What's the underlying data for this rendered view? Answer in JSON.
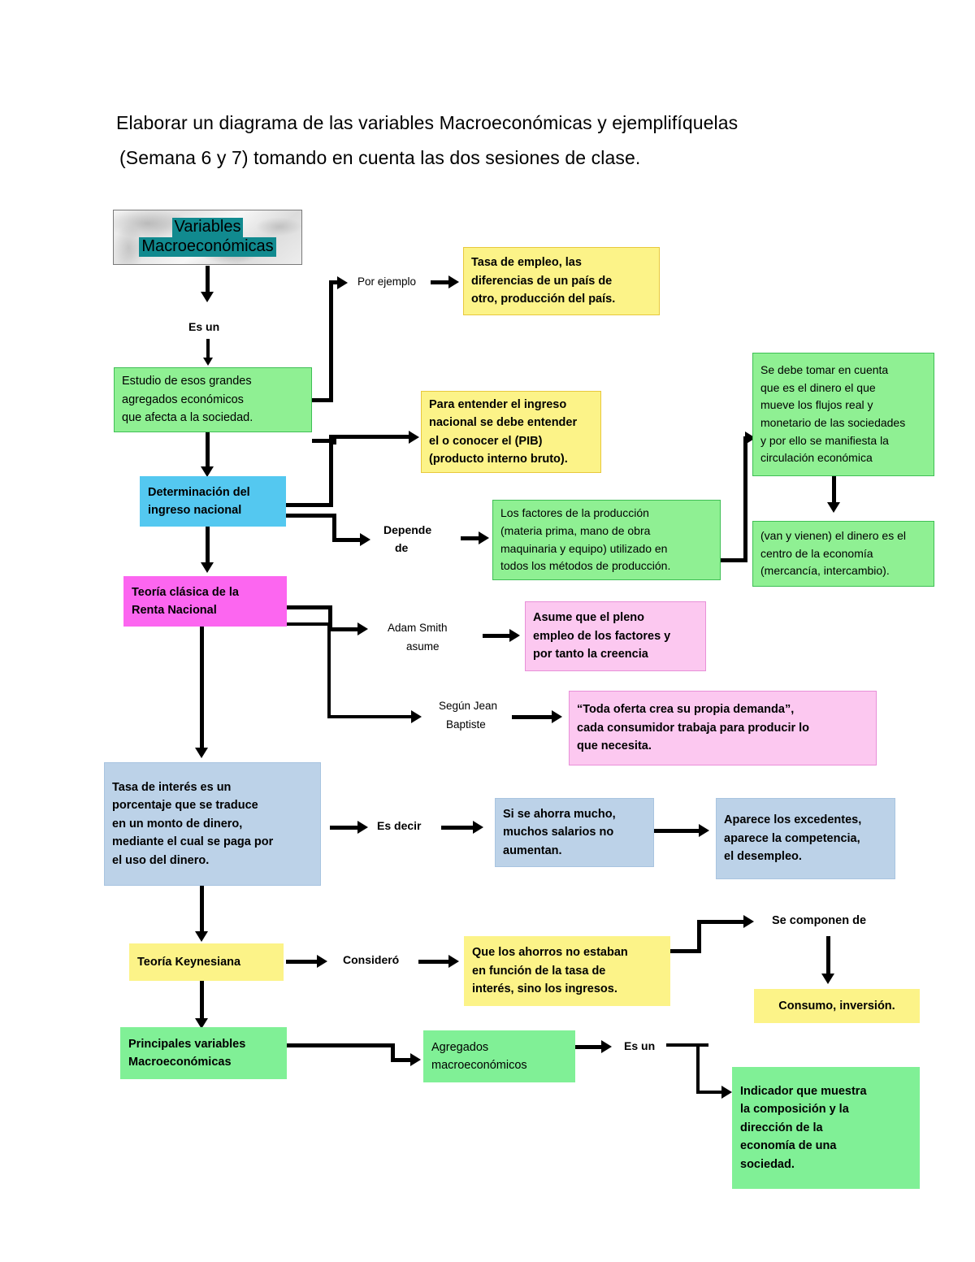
{
  "heading": {
    "line1": "Elaborar un diagrama de las variables Macroeconómicas y ejemplifíquelas",
    "line2": "(Semana 6 y 7) tomando en cuenta las dos sesiones de clase."
  },
  "title_box": {
    "line1": "Variables",
    "line2": "Macroeconómicas",
    "highlight_color": "#118a8f"
  },
  "labels": {
    "por_ejemplo": "Por ejemplo",
    "es_un_1": "Es un",
    "depende_de_1": "Depende",
    "depende_de_2": "de",
    "adam_smith_1": "Adam Smith",
    "adam_smith_2": "asume",
    "segun_jean_1": "Según Jean",
    "segun_jean_2": "Baptiste",
    "es_decir": "Es decir",
    "considero": "Consideró",
    "se_componen_de": "Se componen de",
    "es_un_2": "Es un"
  },
  "nodes": {
    "tasa_empleo": {
      "color": "#fcf388",
      "lines": [
        "Tasa de empleo, las",
        "diferencias de un país de",
        "otro, producción del país."
      ]
    },
    "estudio": {
      "color": "#8ff093",
      "lines": [
        "Estudio de esos grandes",
        "agregados económicos",
        "que afecta a la sociedad."
      ]
    },
    "para_entender": {
      "color": "#fcf388",
      "lines": [
        "Para entender el ingreso",
        "nacional se debe entender",
        "el o conocer el (PIB)",
        "(producto interno bruto)."
      ]
    },
    "determinacion": {
      "color": "#54c8f0",
      "lines": [
        "Determinación del",
        "ingreso nacional"
      ]
    },
    "factores": {
      "color": "#8ff093",
      "lines": [
        "Los factores de la producción",
        "(materia prima, mano de obra",
        "maquinaria y equipo) utilizado en",
        "todos los métodos de producción."
      ]
    },
    "se_debe_tomar": {
      "color": "#8ff093",
      "lines": [
        "Se debe tomar en cuenta",
        "que es el dinero el que",
        "mueve los flujos real y",
        "monetario de las sociedades",
        "y por ello se manifiesta la",
        "circulación económica"
      ]
    },
    "van_y_vienen": {
      "color": "#8ff093",
      "lines": [
        "(van y vienen) el dinero es el",
        "centro de la economía",
        "(mercancía, intercambio)."
      ]
    },
    "teoria_clasica": {
      "color": "#fc66f0",
      "lines": [
        "Teoría clásica de la",
        "Renta Nacional"
      ]
    },
    "asume_pleno": {
      "color": "#fcc8f0",
      "lines": [
        "Asume que el pleno",
        "empleo de los factores y",
        "por tanto la creencia"
      ]
    },
    "toda_oferta": {
      "color": "#fcc8f0",
      "lines": [
        "“Toda oferta crea su propia demanda”,",
        "cada consumidor trabaja para producir lo",
        "que necesita."
      ]
    },
    "tasa_interes": {
      "color": "#bcd2e8",
      "lines": [
        "Tasa de interés es un",
        "porcentaje que se traduce",
        "en un monto de dinero,",
        "mediante el cual se paga por",
        "el uso del dinero."
      ]
    },
    "si_se_ahorra": {
      "color": "#bcd2e8",
      "lines": [
        "Si se ahorra mucho,",
        "muchos salarios no",
        "aumentan."
      ]
    },
    "aparece_excedentes": {
      "color": "#bcd2e8",
      "lines": [
        "Aparece los excedentes,",
        "aparece la competencia,",
        "el desempleo."
      ]
    },
    "teoria_keynesiana": {
      "color": "#fcf388",
      "lines": [
        "Teoría Keynesiana"
      ]
    },
    "ahorros": {
      "color": "#fcf388",
      "lines": [
        "Que los ahorros no estaban",
        "en función de la tasa de",
        "interés, sino los ingresos."
      ]
    },
    "consumo_inversion": {
      "color": "#fcf388",
      "lines": [
        "Consumo, inversión."
      ]
    },
    "principales_variables": {
      "color": "#80f096",
      "lines": [
        "Principales variables",
        "Macroeconómicas"
      ]
    },
    "agregados": {
      "color": "#80f096",
      "lines": [
        "Agregados",
        "macroeconómicos"
      ]
    },
    "indicador": {
      "color": "#80f096",
      "lines": [
        "Indicador que muestra",
        "la composición y la",
        "dirección de la",
        "economía de una",
        "sociedad."
      ]
    }
  }
}
